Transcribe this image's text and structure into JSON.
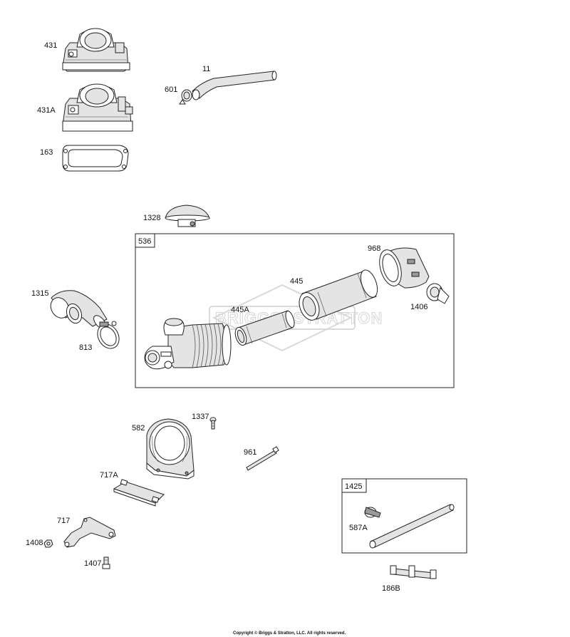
{
  "diagram": {
    "part_labels": {
      "p431": "431",
      "p431a": "431A",
      "p163": "163",
      "p11": "11",
      "p601": "601",
      "p1328": "1328",
      "p536": "536",
      "p968": "968",
      "p445": "445",
      "p445a": "445A",
      "p1406": "1406",
      "p1315": "1315",
      "p813": "813",
      "p1337": "1337",
      "p582": "582",
      "p961": "961",
      "p717a": "717A",
      "p717": "717",
      "p1408": "1408",
      "p1407": "1407",
      "p1425": "1425",
      "p587a": "587A",
      "p186b": "186B"
    },
    "watermark": "BRIGGS&STRATTON",
    "copyright": "Copyright © Briggs & Stratton, LLC. All rights reserved."
  }
}
